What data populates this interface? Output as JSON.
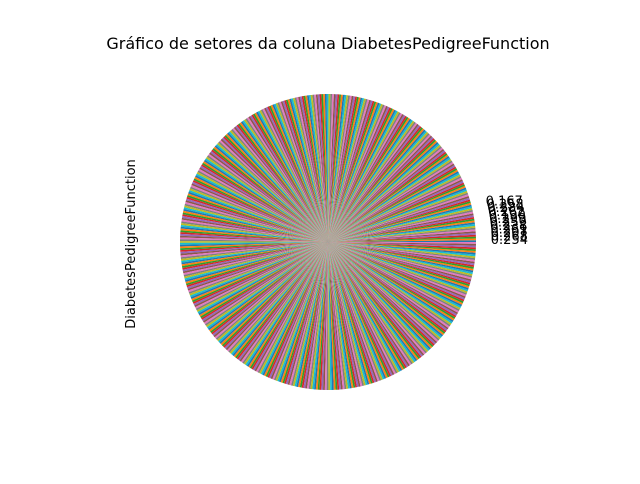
{
  "chart_data": {
    "type": "pie",
    "title": "Gráfico de setores da coluna DiabetesPedigreeFunction",
    "ylabel": "DiabetesPedigreeFunction",
    "visible_labels": [
      "0.254",
      "0.268",
      "0.207",
      "0.261",
      "0.238",
      "0.259",
      "0.299",
      "0.190",
      "0.262",
      "0.284",
      "0.258",
      "0.167"
    ],
    "visible_label_share": 0.0035,
    "colors": [
      "#1f77b4",
      "#ff7f0e",
      "#2ca02c",
      "#d62728",
      "#9467bd",
      "#8c564b",
      "#e377c2",
      "#7f7f7f",
      "#bcbd22",
      "#17becf"
    ],
    "slice_count_estimate": 517,
    "legend": "none",
    "grid": false
  }
}
